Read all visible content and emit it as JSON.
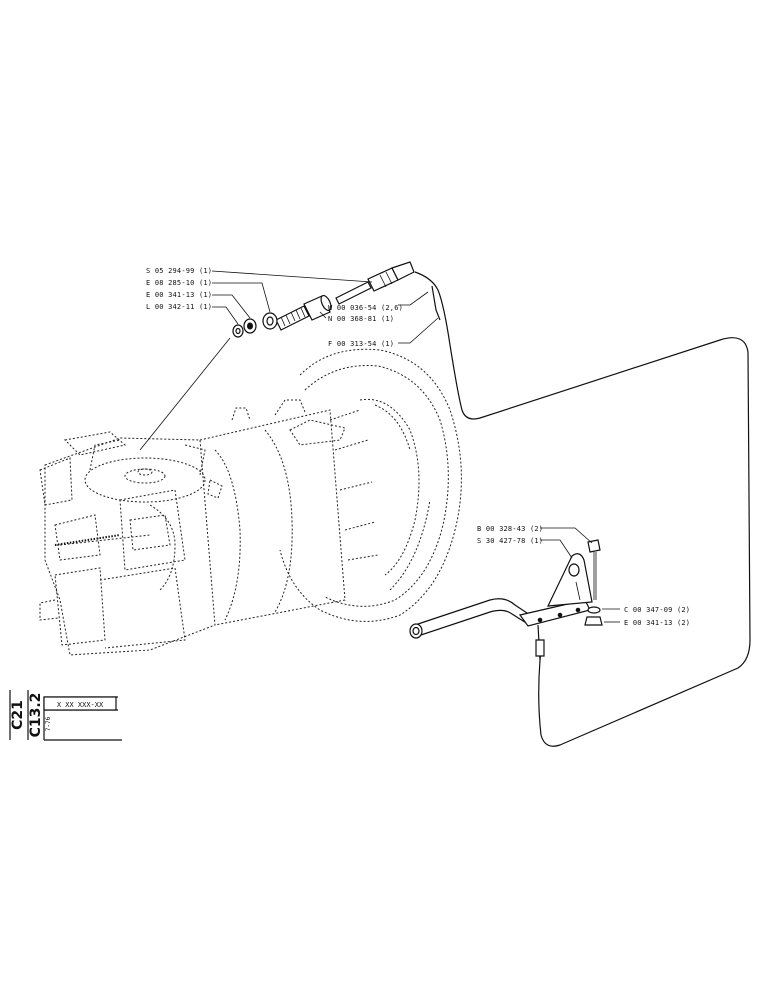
{
  "part_labels": {
    "s05": "S 05 294-99 (1)",
    "e08": "E 08 285-10 (1)",
    "e00_top": "E 00 341-13 (1)",
    "l00": "L 00 342-11 (1)",
    "w00": "W 00 036-54 (2,6)",
    "n00": "N 00 368-81 (1)",
    "f00": "F 00 313-54 (1)",
    "b00": "B 00 328-43 (2)",
    "s30": "S 30 427-78 (1)",
    "c00": "C 00 347-09 (2)",
    "e00_bottom": "E 00 341-13 (2)"
  },
  "title_block": {
    "code_main": "C21",
    "code_sub": "C13.2",
    "serial": "X XX XXX-XX",
    "date": "7-76"
  }
}
